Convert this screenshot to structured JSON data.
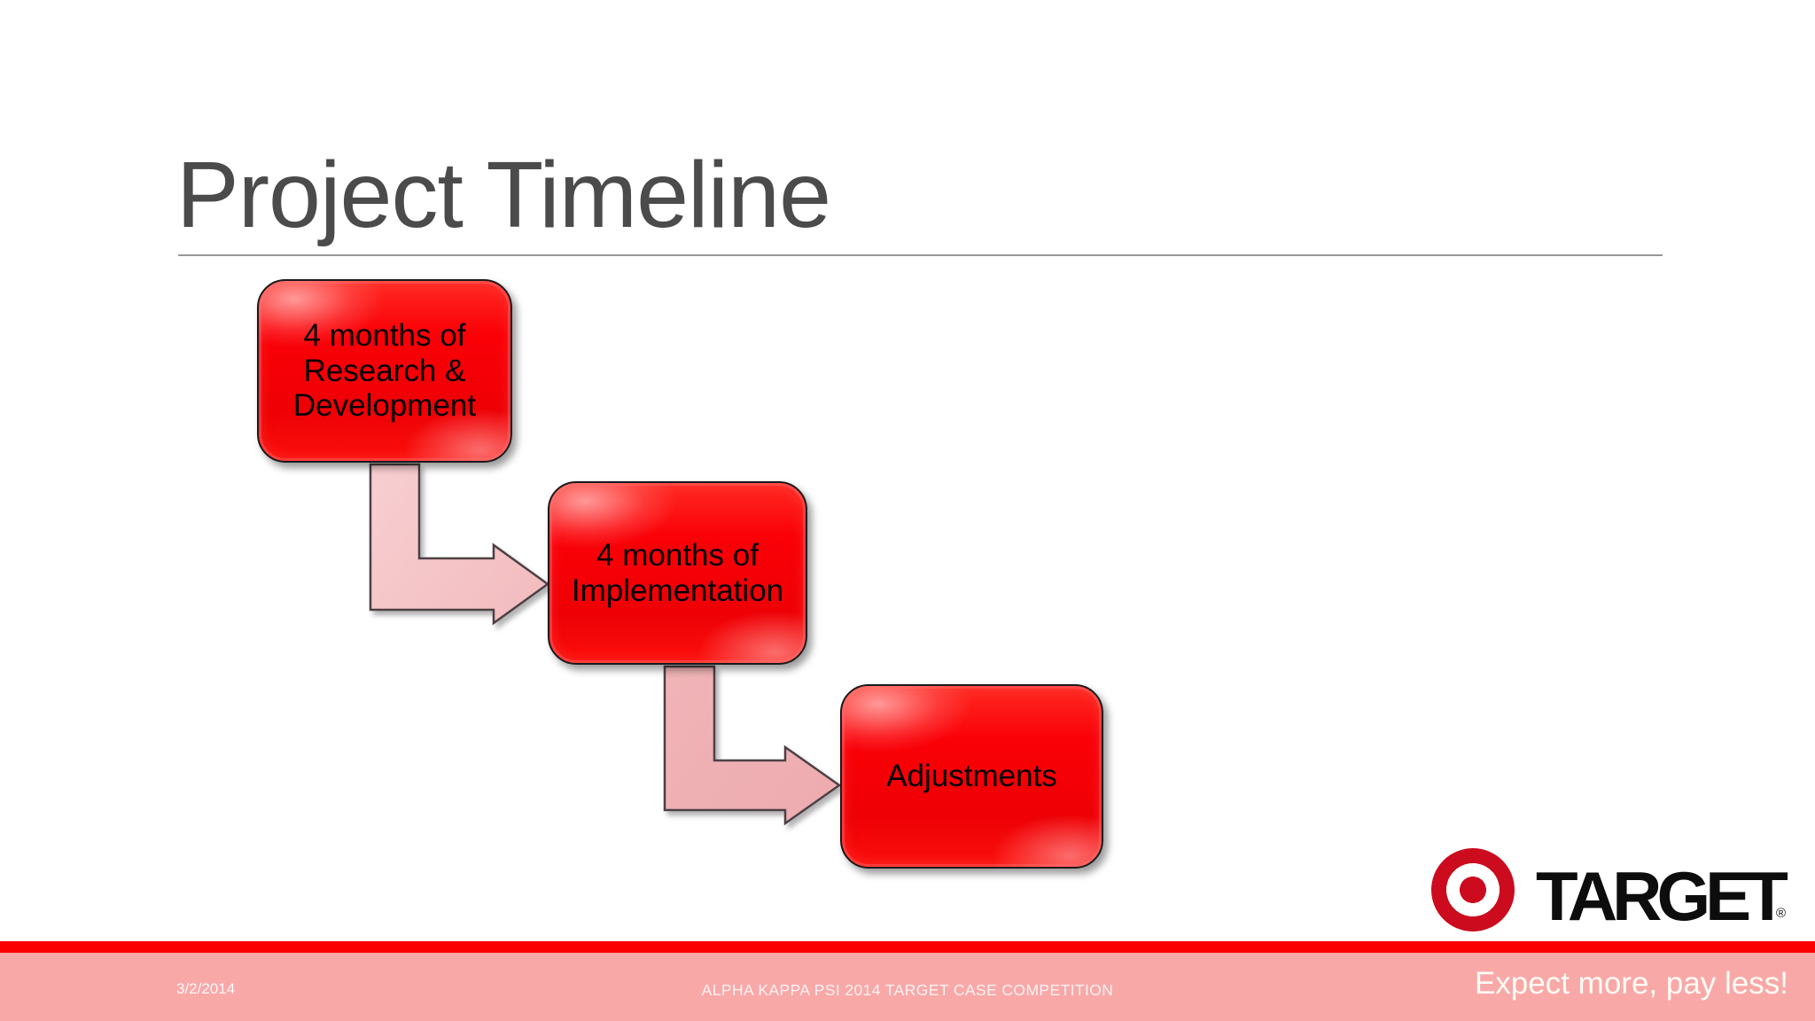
{
  "slide": {
    "title": "Project Timeline",
    "diagram": {
      "type": "stepped-process-flow",
      "boxes": [
        {
          "id": "research",
          "lines": [
            "4 months of",
            "Research &",
            "Development"
          ]
        },
        {
          "id": "implementation",
          "lines": [
            "4 months of",
            "Implementation"
          ]
        },
        {
          "id": "adjustments",
          "lines": [
            "Adjustments"
          ]
        }
      ]
    },
    "logo": {
      "wordmark": "TARGET",
      "registered": "®"
    },
    "footer": {
      "date": "3/2/2014",
      "center_text": "ALPHA KAPPA PSI 2014 TARGET CASE COMPETITION",
      "tagline": "Expect more, pay less!"
    },
    "colors": {
      "box_red": "#fa0007",
      "box_border": "#1a1a1a",
      "arrow_pink": "#f2babd",
      "arrow_border": "#4d4145",
      "strip_red": "#fb0000",
      "footer_pink": "#f9a8a8",
      "target_logo_red": "#cc0b1e",
      "title_gray": "#4b4b4b"
    }
  }
}
